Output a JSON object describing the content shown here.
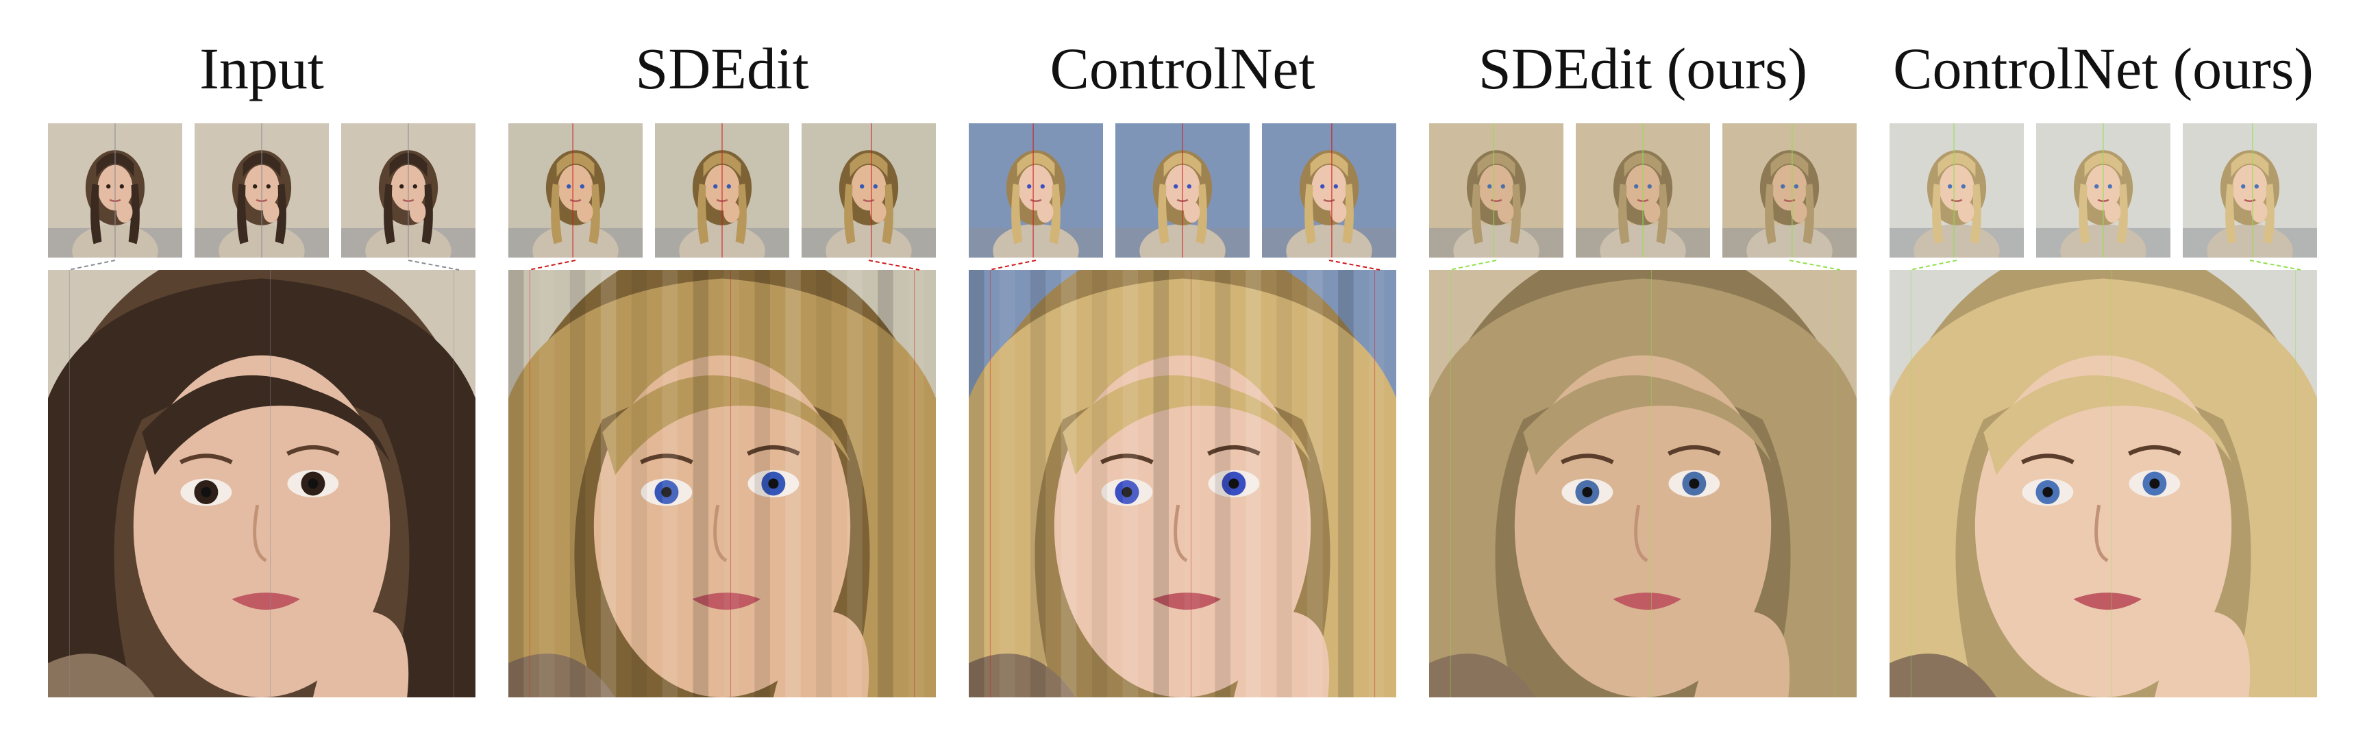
{
  "columns": [
    {
      "title": "Input",
      "line_color": "#8a8a93",
      "hair": "#3a2a20",
      "hair2": "#5a4230",
      "bg": "#cfc6b6",
      "eye": "#2e2018",
      "skin": "#e3bca3"
    },
    {
      "title": "SDEdit",
      "line_color": "#d01818",
      "hair": "#b8985a",
      "hair2": "#7d6236",
      "bg": "#c8c2b0",
      "eye": "#3657b8",
      "skin": "#e2b896"
    },
    {
      "title": "ControlNet",
      "line_color": "#d01818",
      "hair": "#d2b476",
      "hair2": "#9e8250",
      "bg": "#7f95b8",
      "eye": "#3a4fc2",
      "skin": "#ecc6ae"
    },
    {
      "title": "SDEdit (ours)",
      "line_color": "#8fe04a",
      "hair": "#b09a6e",
      "hair2": "#8d7a54",
      "bg": "#cdbd9e",
      "eye": "#4b6fa8",
      "skin": "#d9b593"
    },
    {
      "title": "ControlNet (ours)",
      "line_color": "#8fe04a",
      "hair": "#d9c089",
      "hair2": "#b39c6c",
      "bg": "#d8d8d3",
      "eye": "#4a73b8",
      "skin": "#eccbb0"
    }
  ]
}
